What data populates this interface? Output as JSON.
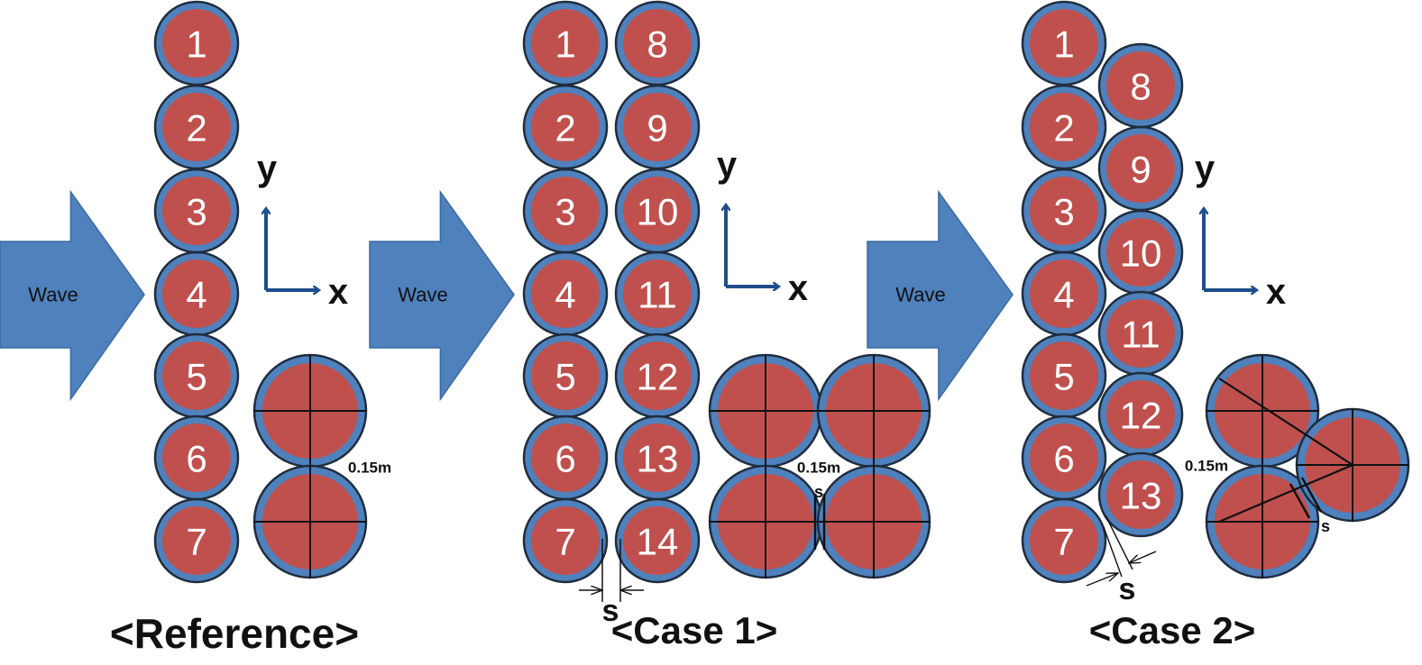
{
  "wave_label": "Wave",
  "axis_labels": {
    "x": "x",
    "y": "y"
  },
  "gap_label": "0.15m",
  "spacing_label": "s",
  "colors": {
    "fill": "#c0504d",
    "ring": "#4f81bd",
    "outline": "#1f2d3d",
    "arrow": "#4f81bd",
    "axis": "#1f4e8c",
    "text": "#ffffff"
  },
  "panels": [
    {
      "caption": "<Reference>",
      "front_row": [
        "1",
        "2",
        "3",
        "4",
        "5",
        "6",
        "7"
      ],
      "back_row": []
    },
    {
      "caption": "<Case 1>",
      "front_row": [
        "1",
        "2",
        "3",
        "4",
        "5",
        "6",
        "7"
      ],
      "back_row": [
        "8",
        "9",
        "10",
        "11",
        "12",
        "13",
        "14"
      ]
    },
    {
      "caption": "<Case 2>",
      "front_row": [
        "1",
        "2",
        "3",
        "4",
        "5",
        "6",
        "7"
      ],
      "back_row": [
        "8",
        "9",
        "10",
        "11",
        "12",
        "13"
      ]
    }
  ]
}
